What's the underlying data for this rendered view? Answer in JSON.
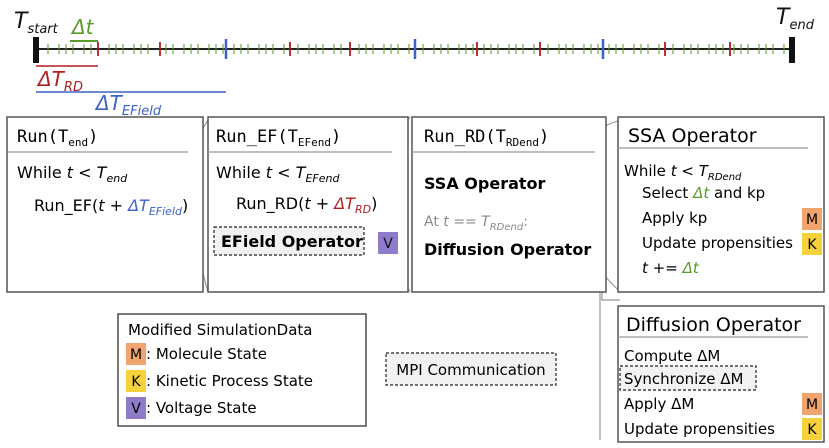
{
  "timeline": {
    "start_label": "T",
    "start_sub": "start",
    "end_label": "T",
    "end_sub": "end",
    "dt_label": "Δt",
    "dtrd_label": "ΔT",
    "dtrd_sub": "RD",
    "dtef_label": "ΔT",
    "dtef_sub": "EField"
  },
  "box_run": {
    "title_fn": "Run",
    "title_arg": "T",
    "title_sub": "end",
    "while_t": "While",
    "while_var": "t",
    "while_op": "<",
    "while_T": "T",
    "while_sub": "end",
    "call_fn": "Run_EF(",
    "call_var": "t",
    "call_plus": "+",
    "call_dt": "ΔT",
    "call_sub": "EField",
    "call_close": ")"
  },
  "box_ef": {
    "title_fn": "Run_EF",
    "title_arg": "T",
    "title_sub": "EFend",
    "while_t": "While",
    "while_var": "t",
    "while_op": "<",
    "while_T": "T",
    "while_sub": "EFend",
    "call_fn": "Run_RD(",
    "call_var": "t",
    "call_plus": "+",
    "call_dt": "ΔT",
    "call_sub": "RD",
    "call_close": ")",
    "operator": "EField Operator",
    "badge": "V"
  },
  "box_rd": {
    "title_fn": "Run_RD",
    "title_arg": "T",
    "title_sub": "RDend",
    "ssa": "SSA Operator",
    "at_prefix": "At",
    "at_var": "t",
    "at_op": "==",
    "at_T": "T",
    "at_sub": "RDend",
    "at_colon": ":",
    "diffusion": "Diffusion Operator"
  },
  "box_ssa": {
    "title": "SSA Operator",
    "while_t": "While",
    "while_var": "t",
    "while_op": "<",
    "while_T": "T",
    "while_sub": "RDend",
    "select_a": "Select",
    "select_dt": "Δt",
    "select_b": "and kp",
    "apply": "Apply kp",
    "apply_badge": "M",
    "update": "Update propensities",
    "update_badge": "K",
    "incr_var": "t",
    "incr_op": "+=",
    "incr_dt": "Δt"
  },
  "box_diff": {
    "title": "Diffusion Operator",
    "compute": "Compute ΔM",
    "sync": "Synchronize ΔM",
    "apply": "Apply ΔM",
    "apply_badge": "M",
    "update": "Update propensities",
    "update_badge": "K"
  },
  "legend": {
    "title": "Modified SimulationData",
    "items": [
      {
        "badge": "M",
        "label": ": Molecule State"
      },
      {
        "badge": "K",
        "label": ": Kinetic Process State"
      },
      {
        "badge": "V",
        "label": ": Voltage State"
      }
    ]
  },
  "mpi": {
    "label": "MPI Communication"
  },
  "colors": {
    "green": "#5a9a2a",
    "red": "#b01e1e",
    "blue": "#3c62c8",
    "badge_M": "#f2a46e",
    "badge_K": "#f5d23c",
    "badge_V": "#8e7ccb",
    "border": "#555555",
    "connector": "#999999",
    "grey_text": "#8a8a8a"
  }
}
